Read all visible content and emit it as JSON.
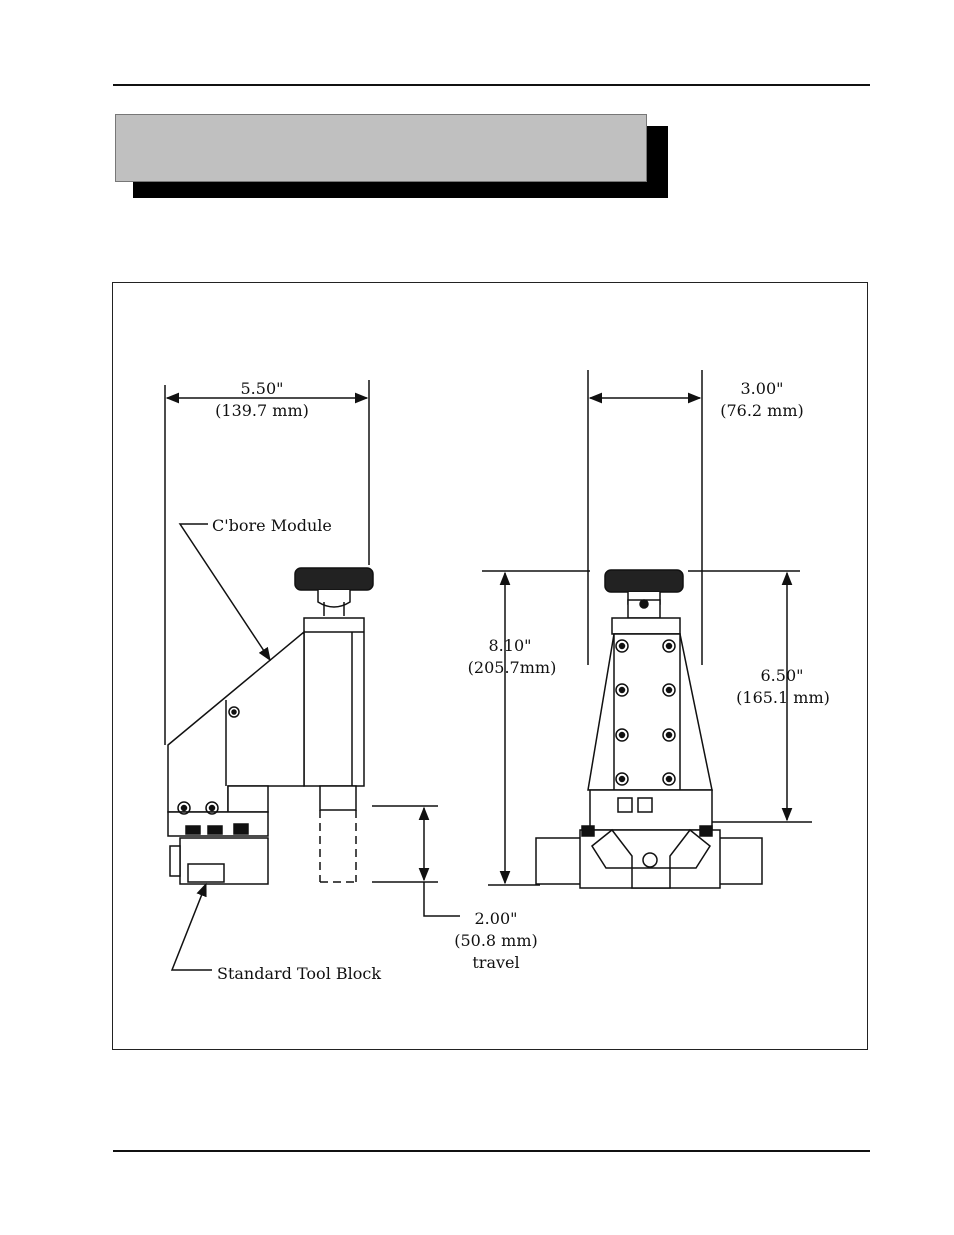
{
  "labels": {
    "width_left": "5.50\"",
    "width_left_mm": "(139.7 mm)",
    "width_right": "3.00\"",
    "width_right_mm": "(76.2 mm)",
    "cbore_module": "C'bore Module",
    "height_total": "8.10\"",
    "height_total_mm": "(205.7mm)",
    "height_body": "6.50\"",
    "height_body_mm": "(165.1 mm)",
    "travel_in": "2.00\"",
    "travel_mm": "(50.8 mm)",
    "travel_word": "travel",
    "standard_tool_block": "Standard Tool Block"
  }
}
